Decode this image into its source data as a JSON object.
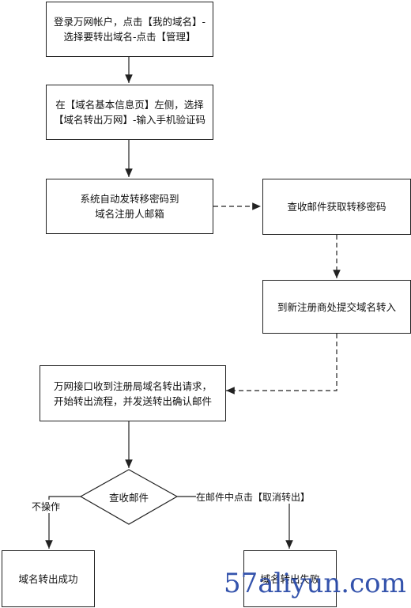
{
  "nodes": {
    "step1": {
      "line1": "登录万网帐户，点击【我的域名】-",
      "line2": "选择要转出域名-点击【管理】"
    },
    "step2": {
      "line1": "在【域名基本信息页】左侧，选择",
      "line2": "【域名转出万网】-输入手机验证码"
    },
    "step3": {
      "line1": "系统自动发转移密码到",
      "line2": "域名注册人邮箱"
    },
    "step4": {
      "line1": "查收邮件获取转移密码"
    },
    "step5": {
      "line1": "到新注册商处提交域名转入"
    },
    "step6": {
      "line1": "万网接口收到注册局域名转出请求，",
      "line2": "开始转出流程，并发送转出确认邮件"
    },
    "decision": {
      "label": "查收邮件"
    },
    "success": {
      "label": "域名转出成功"
    },
    "failure": {
      "label": "域名转出失败"
    }
  },
  "edges": {
    "no_action": "不操作",
    "cancel": "在邮件中点击【取消转出】"
  },
  "watermark": "57aliyun.com",
  "colors": {
    "line": "#222222",
    "watermark": "#2a4aa8"
  }
}
